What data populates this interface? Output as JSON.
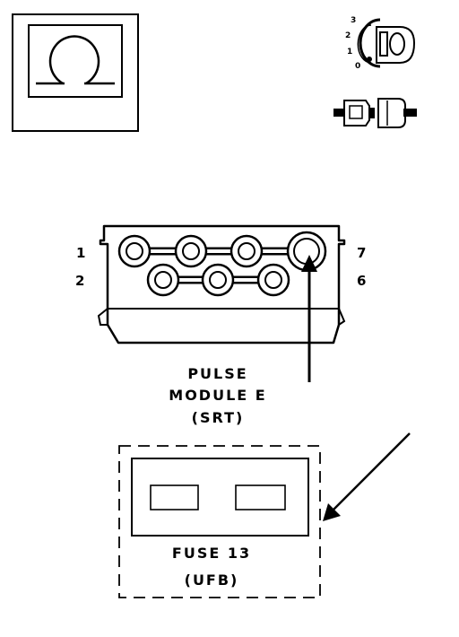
{
  "connector": {
    "pins_left": [
      "1",
      "2"
    ],
    "pins_right": [
      "7",
      "6"
    ]
  },
  "module_caption": [
    "PULSE",
    "MODULE E",
    "(SRT)"
  ],
  "fuse_caption": [
    "FUSE 13",
    "(UFB)"
  ],
  "ignition": {
    "positions": [
      "3",
      "2",
      "1",
      "0"
    ]
  },
  "colors": {
    "ink": "#000000",
    "paper": "#ffffff"
  }
}
